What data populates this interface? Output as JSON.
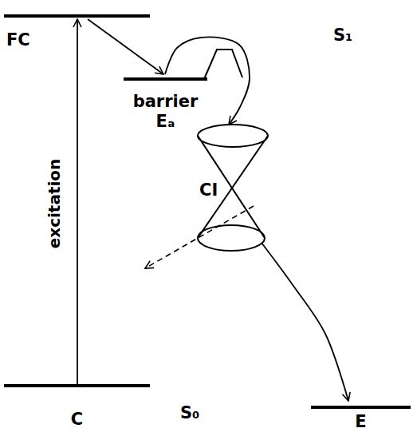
{
  "diagram": {
    "nodes": [
      {
        "text": [
          "FC"
        ]
      },
      {
        "text": [
          "barrier",
          "Eₐ"
        ]
      },
      {
        "text": [
          "CI"
        ]
      },
      {
        "text": [
          "C"
        ]
      },
      {
        "text": [
          "E"
        ]
      }
    ],
    "edges": [
      {
        "from": 3,
        "to": 0,
        "arrow": "to",
        "label": "excitation"
      },
      {
        "from": 0,
        "to": 1,
        "arrow": "to"
      },
      {
        "from": 1,
        "to": 2,
        "arrow": "to"
      },
      {
        "from": 2,
        "to": 4,
        "arrow": "to"
      }
    ],
    "labels": [
      "S₁",
      "S₀"
    ]
  }
}
